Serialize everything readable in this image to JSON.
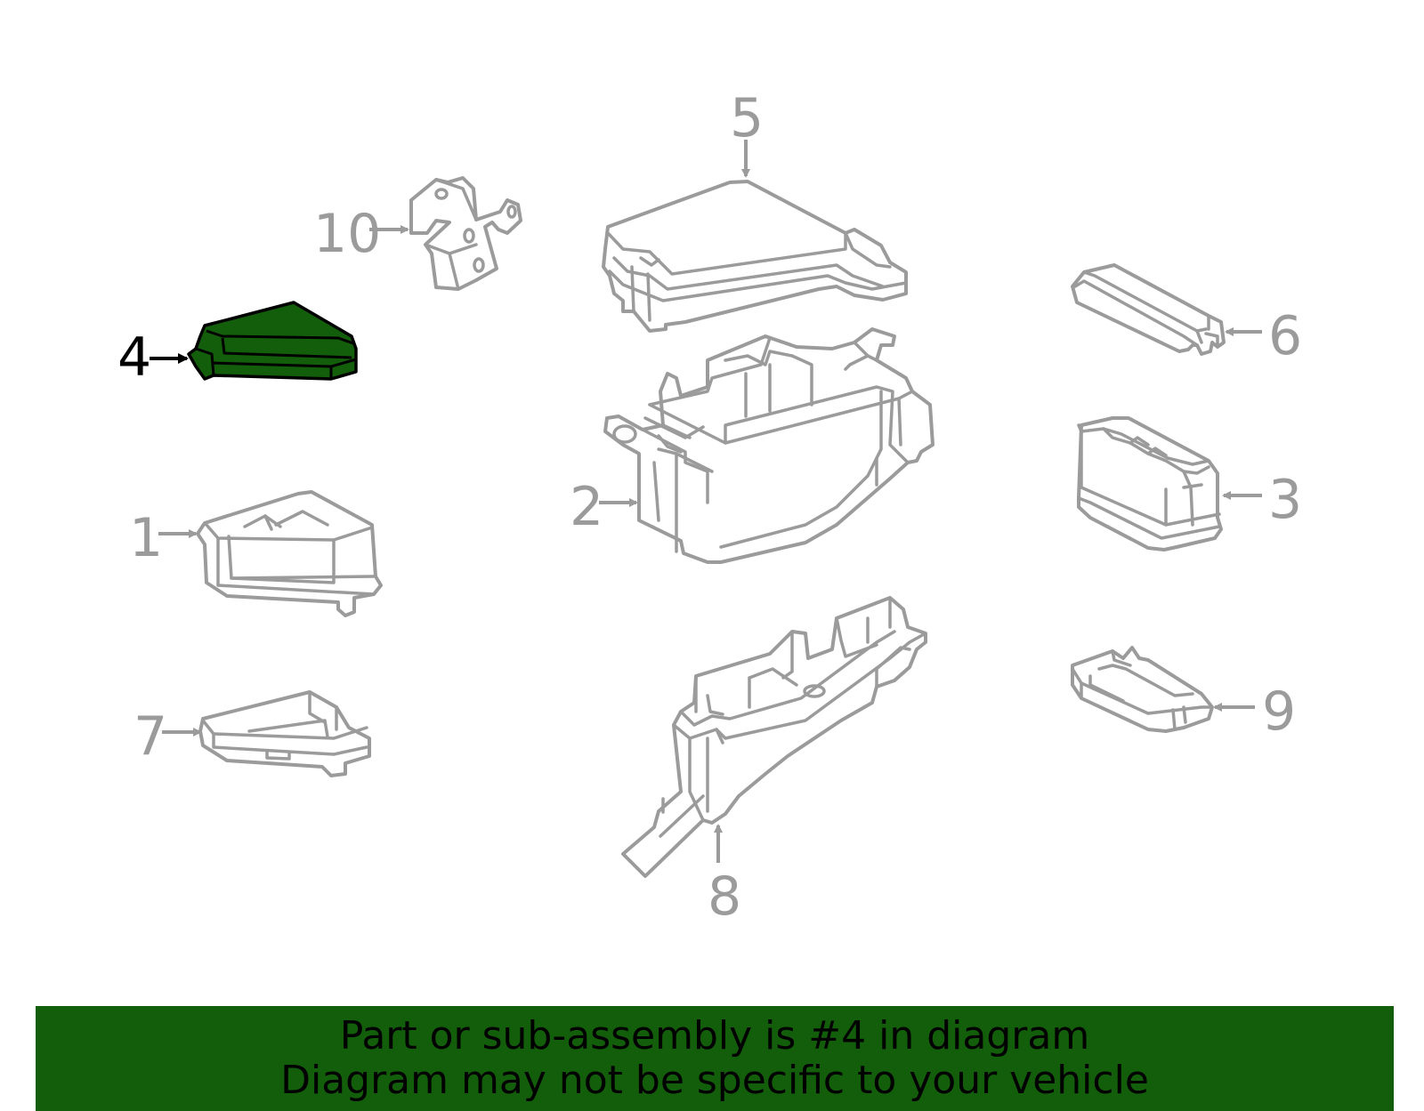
{
  "diagram": {
    "highlight_color": "#135e0a",
    "outline_color": "#9b9b9b",
    "selected_part": "4",
    "callouts": {
      "p1": "1",
      "p2": "2",
      "p3": "3",
      "p4": "4",
      "p5": "5",
      "p6": "6",
      "p7": "7",
      "p8": "8",
      "p9": "9",
      "p10": "10"
    }
  },
  "banner": {
    "line1": "Part or sub-assembly is #4 in diagram",
    "line2": "Diagram may not be specific to your vehicle",
    "background": "#135e0a"
  }
}
